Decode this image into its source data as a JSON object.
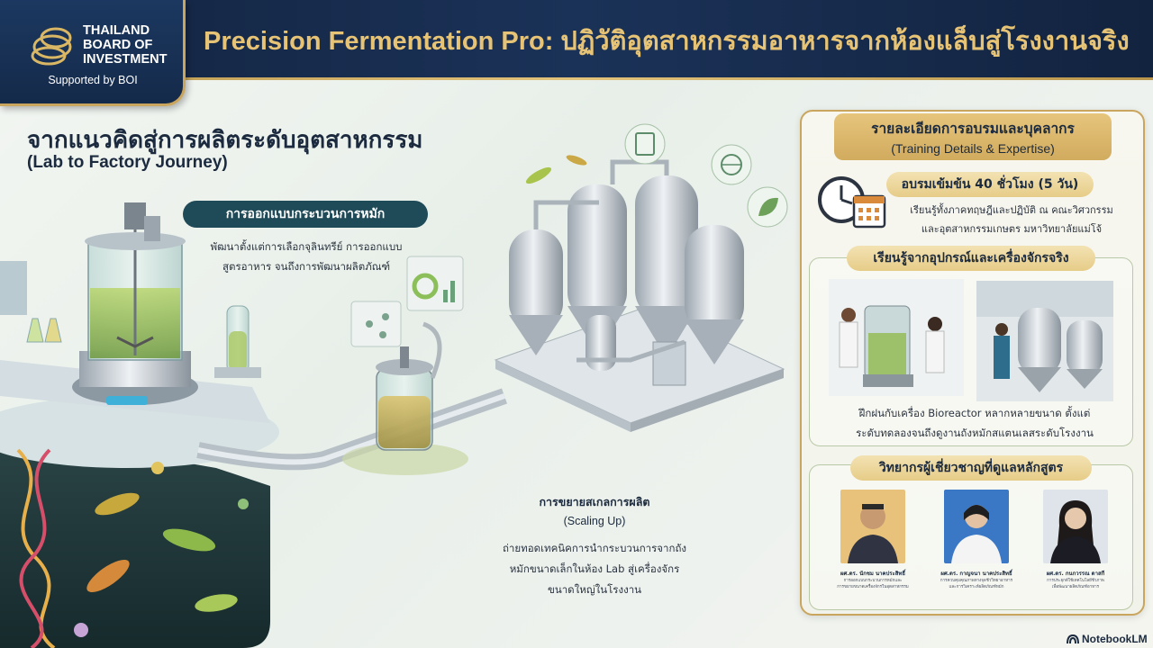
{
  "header": {
    "title": "Precision Fermentation Pro: ปฏิวัติอุตสาหกรรมอาหารจากห้องแล็บสู่โรงงานจริง",
    "logo_lines": [
      "THAILAND",
      "BOARD OF",
      "INVESTMENT"
    ],
    "logo_sub": "Supported by BOI"
  },
  "journey": {
    "title": "จากแนวคิดสู่การผลิตระดับอุตสาหกรรม",
    "subtitle": "(Lab to Factory Journey)",
    "design_label": "การออกแบบกระบวนการหมัก",
    "design_desc_1": "พัฒนาตั้งแต่การเลือกจุลินทรีย์ การออกแบบ",
    "design_desc_2": "สูตรอาหาร จนถึงการพัฒนาผลิตภัณฑ์",
    "scale_title": "การขยายสเกลการผลิต",
    "scale_sub": "(Scaling Up)",
    "scale_desc_1": "ถ่ายทอดเทคนิคการนำกระบวนการจากถัง",
    "scale_desc_2": "หมักขนาดเล็กในห้อง Lab สู่เครื่องจักร",
    "scale_desc_3": "ขนาดใหญ่ในโรงงาน"
  },
  "panel": {
    "title": "รายละเอียดการอบรมและบุคลากร",
    "title_en": "(Training Details & Expertise)",
    "training": {
      "label": "อบรมเข้มข้น 40 ชั่วโมง (5 วัน)",
      "desc_1": "เรียนรู้ทั้งภาคทฤษฎีและปฏิบัติ ณ คณะวิศวกรรม",
      "desc_2": "และอุตสาหกรรมเกษตร มหาวิทยาลัยแม่โจ้"
    },
    "equipment": {
      "label": "เรียนรู้จากอุปกรณ์และเครื่องจักรจริง",
      "desc_1": "ฝึกฝนกับเครื่อง Bioreactor หลากหลายขนาด ตั้งแต่",
      "desc_2": "ระดับทดลองจนถึงดูงานถังหมักสแตนเลสระดับโรงงาน"
    },
    "experts": {
      "label": "วิทยากรผู้เชี่ยวชาญที่ดูแลหลักสูตร",
      "people": [
        {
          "name": "ผศ.ดร. นักชม นาคประสิทธิ์",
          "role_1": "การออกแบบกระบวนการหมักและ",
          "role_2": "การขยายขนาดเครื่องจักรในอุตสาหกรรม"
        },
        {
          "name": "ผศ.ดร. กาญจนา นาคประสิทธิ์",
          "role_1": "การควบคุมคุณภาพทางจุลชีววิทยาอาหาร",
          "role_2": "และการวิเคราะห์ผลิตภัณฑ์หมัก"
        },
        {
          "name": "ผศ.ดร. กนกวรรณ ดาสกี",
          "role_1": "การประยุกต์ใช้เทคโนโลยีชีวภาพ",
          "role_2": "เพื่อพัฒนาผลิตภัณฑ์อาหาร"
        }
      ]
    }
  },
  "footer": {
    "brand": "NotebookLM"
  },
  "colors": {
    "navy": "#12233f",
    "gold": "#e7c375",
    "teal_pill": "#1f4a58",
    "green_border": "#b7c9a6"
  }
}
